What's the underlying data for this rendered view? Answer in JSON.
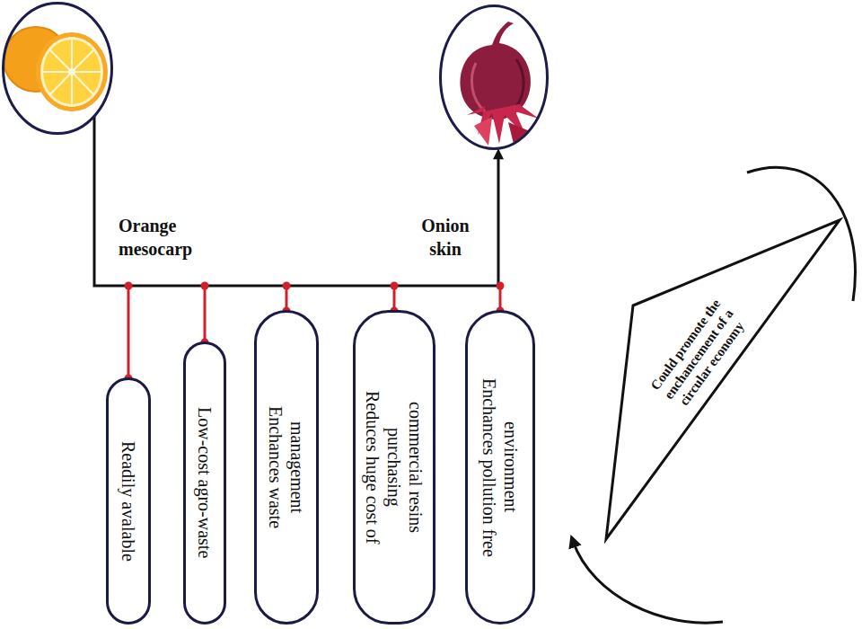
{
  "diagram": {
    "nodes": [
      {
        "text": [
          "Orange mesocarp"
        ]
      },
      {
        "text": [
          "Onion skin"
        ]
      },
      {
        "text": [
          "Readily avalable"
        ]
      },
      {
        "text": [
          "Low-cost agro-waste"
        ]
      },
      {
        "text": [
          "Enchances waste management"
        ]
      },
      {
        "text": [
          "Reduces huge cost of purchasing commercial resins"
        ]
      },
      {
        "text": [
          "Enchances pollution free environment"
        ]
      },
      {
        "text": [
          "Could promote the enchancement of a circular economy"
        ]
      }
    ],
    "edges": [
      {
        "from": 0,
        "to": 1,
        "arrow": "to"
      }
    ]
  }
}
